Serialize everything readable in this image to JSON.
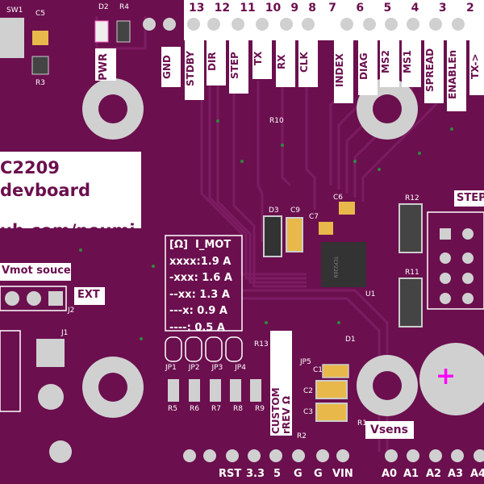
{
  "header": {
    "top_left": [
      "SW1",
      "C5",
      "D2",
      "R4",
      "R3"
    ],
    "pins_mid": [
      "13",
      "12",
      "11",
      "10",
      "9",
      "8"
    ],
    "pins_right": [
      "7",
      "6",
      "5",
      "4",
      "3",
      "2"
    ],
    "labels_mid": [
      "GND",
      "STDBY",
      "DIR",
      "STEP",
      "TX",
      "RX",
      "CLK"
    ],
    "labels_right": [
      "INDEX",
      "DIAG",
      "MS2",
      "MS1",
      "SPREAD",
      "ENABLEn",
      "TX->"
    ]
  },
  "pwr_label": "PWR",
  "title_lines": [
    "C2209 devboard",
    "ub.com/neumi"
  ],
  "table": {
    "header": [
      "[Ω]",
      "I_MOT"
    ],
    "rows": [
      [
        "xxxx",
        ":1.9 A"
      ],
      [
        "-xxx",
        ": 1.6 A"
      ],
      [
        "--xx",
        ": 1.3 A"
      ],
      [
        "---x",
        ": 0.9 A"
      ],
      [
        "----",
        ": 0.5 A"
      ]
    ]
  },
  "vmot": {
    "label": "Vmot souce",
    "ext": "EXT",
    "j2": "J2",
    "j1": "J1"
  },
  "jumpers": [
    "JP1",
    "JP2",
    "JP3",
    "JP4"
  ],
  "resistors_bottom": [
    "R5",
    "R6",
    "R7",
    "R8",
    "R9"
  ],
  "misc_refs": {
    "r13": "R13",
    "r10": "R10",
    "d3": "D3",
    "c9": "C9",
    "c7": "C7",
    "c6": "C6",
    "r12": "R12",
    "r11": "R11",
    "u1": "U1",
    "d1": "D1",
    "jp5": "JP5",
    "c1": "C1",
    "c2": "C2",
    "c3": "C3",
    "r1": "R1",
    "r2": "R2",
    "chip": "TCP2209"
  },
  "custom_label": [
    "CUSTOM",
    "rREV Ω"
  ],
  "vsens": "Vsens",
  "steps_label": "STEP",
  "bottom_pins": [
    "RST",
    "3.3",
    "5",
    "G",
    "G",
    "VIN",
    "A0",
    "A1",
    "A2",
    "A3",
    "A4"
  ],
  "colors": {
    "board": "#6b0f4e",
    "copper": "#7a1a5e",
    "silk": "#ffffff",
    "pad": "#c8c8c8",
    "hole": "#e0e0e0"
  }
}
